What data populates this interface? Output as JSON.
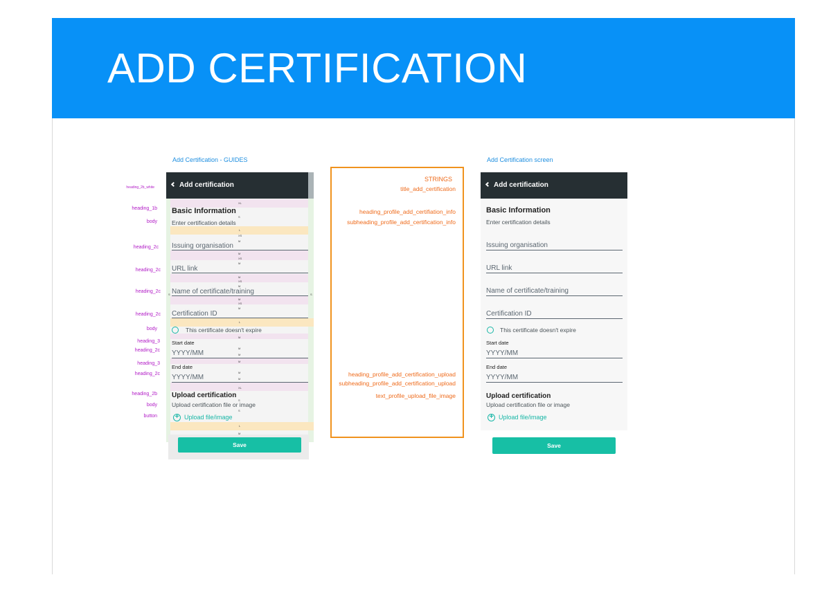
{
  "banner": {
    "title": "ADD CERTIFICATION",
    "color": "#0891f7"
  },
  "captions": {
    "guides": "Add Certification - GUIDES",
    "screen": "Add Certification  screen"
  },
  "screen": {
    "appbar_title": "Add certification",
    "heading": "Basic Information",
    "subheading": "Enter certification details",
    "fields": [
      "Issuing organisation",
      "URL link",
      "Name of certificate/training",
      "Certification ID"
    ],
    "checkbox": "This certificate doesn't expire",
    "start_date_label": "Start date",
    "start_date_placeholder": "YYYY/MM",
    "end_date_label": "End date",
    "end_date_placeholder": "YYYY/MM",
    "upload_heading": "Upload certification",
    "upload_sub": "Upload certification file or image",
    "upload_button": "Upload file/image",
    "save_button": "Save",
    "accent": "#17b6a6",
    "appbar_color": "#262f33"
  },
  "guides": {
    "labels": [
      "heading_2b_white",
      "heading_1b",
      "body",
      "heading_2c",
      "heading_2c",
      "heading_2c",
      "heading_2c",
      "body",
      "heading_3",
      "heading_2c",
      "heading_3",
      "heading_2c",
      "heading_2b",
      "body",
      "button"
    ],
    "markers": {
      "xl": "XL",
      "s": "S",
      "l": "L",
      "xs": "XS",
      "m": "M"
    }
  },
  "strings": {
    "header": "STRINGS",
    "title": "title_add_certification",
    "info": "heading_profile_add_certifiation_info",
    "info_sub": "subheading_profile_add_certification_info",
    "upload": "heading_profile_add_certification_upload",
    "upload_sub": "subheading_profile_add_certification_upload",
    "upload_text": "text_profile_upload_file_image"
  }
}
